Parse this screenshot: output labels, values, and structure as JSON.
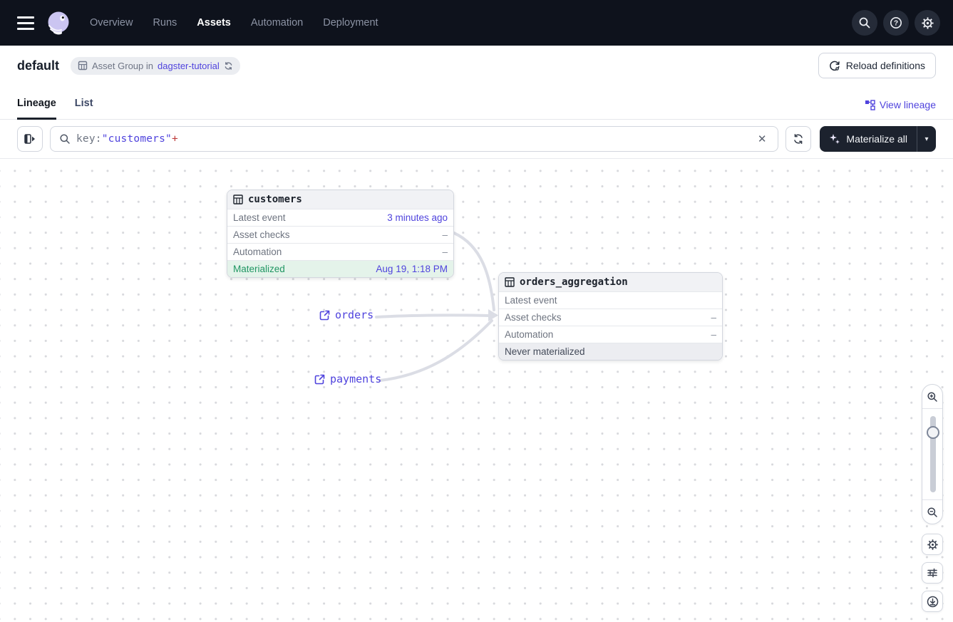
{
  "navbar": {
    "items": [
      {
        "label": "Overview",
        "active": false
      },
      {
        "label": "Runs",
        "active": false
      },
      {
        "label": "Assets",
        "active": true
      },
      {
        "label": "Automation",
        "active": false
      },
      {
        "label": "Deployment",
        "active": false
      }
    ]
  },
  "header": {
    "title": "default",
    "badge": {
      "prefix": "Asset Group in",
      "link": "dagster-tutorial"
    },
    "reload_label": "Reload definitions"
  },
  "tabs": {
    "items": [
      {
        "label": "Lineage",
        "active": true
      },
      {
        "label": "List",
        "active": false
      }
    ],
    "view_lineage_label": "View lineage"
  },
  "toolbar": {
    "search": {
      "prefix": "key:",
      "quoted": "\"customers\"",
      "suffix": "+"
    },
    "materialize_label": "Materialize all"
  },
  "graph": {
    "nodes": [
      {
        "name": "customers",
        "rows": [
          {
            "label": "Latest event",
            "value": "3 minutes ago"
          },
          {
            "label": "Asset checks",
            "value": "–"
          },
          {
            "label": "Automation",
            "value": "–"
          },
          {
            "label": "Materialized",
            "value": "Aug 19, 1:18 PM"
          }
        ]
      },
      {
        "name": "orders_aggregation",
        "rows": [
          {
            "label": "Latest event",
            "value": ""
          },
          {
            "label": "Asset checks",
            "value": "–"
          },
          {
            "label": "Automation",
            "value": "–"
          }
        ],
        "footer": "Never materialized"
      }
    ],
    "external_links": [
      {
        "label": "orders"
      },
      {
        "label": "payments"
      }
    ]
  },
  "icons": {
    "clear": "✕",
    "caret_down": "▾",
    "help": "?"
  },
  "colors": {
    "navbar_bg": "#0E121C",
    "accent_link": "#4F43DD",
    "materialized_green": "#209663",
    "materialized_bg": "#E4F3EA",
    "never_materialized_bg": "#ECEDF1",
    "query_plus_red": "#BE3B3B",
    "edge_gray": "#DBDDE5",
    "dark_button_bg": "#1C222E"
  }
}
